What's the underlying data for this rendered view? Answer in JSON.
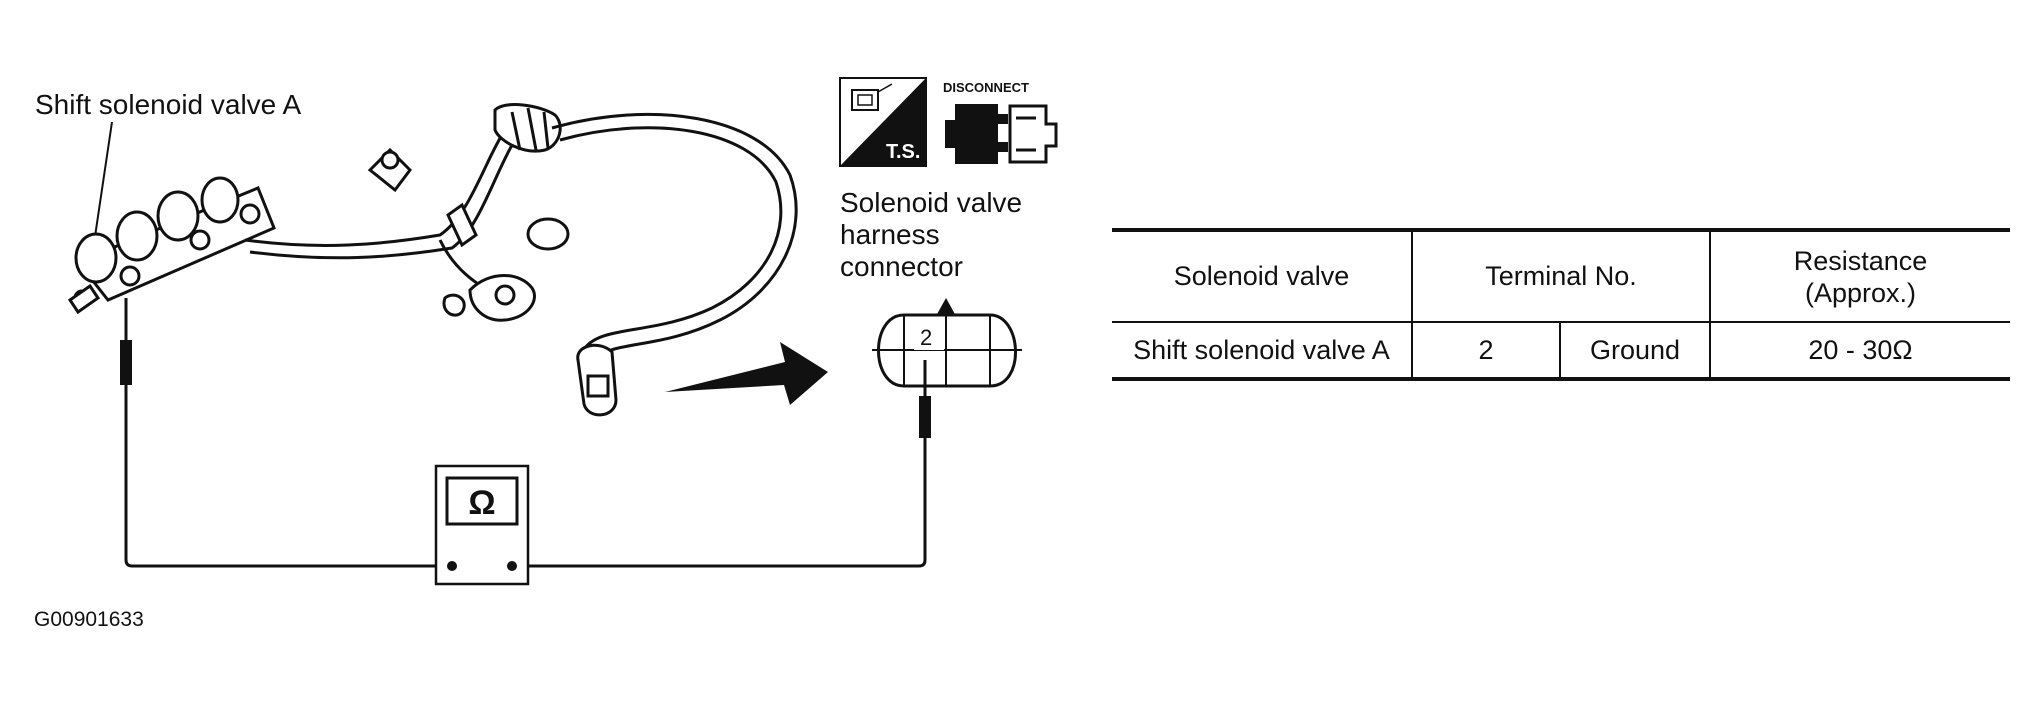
{
  "labels": {
    "shift_solenoid": "Shift solenoid valve A",
    "connector_line1": "Solenoid valve",
    "connector_line2": "harness",
    "connector_line3": "connector",
    "terminal_number": "2",
    "ohm_symbol": "Ω",
    "figure_id": "G00901633"
  },
  "badges": {
    "ts": "T.S.",
    "disconnect": "DISCONNECT"
  },
  "table": {
    "headers": {
      "solenoid_valve": "Solenoid valve",
      "terminal_no": "Terminal No.",
      "resistance_line1": "Resistance",
      "resistance_line2": "(Approx.)"
    },
    "rows": [
      {
        "valve": "Shift solenoid valve A",
        "terminal": "2",
        "ground": "Ground",
        "resistance": "20 - 30Ω"
      }
    ]
  }
}
